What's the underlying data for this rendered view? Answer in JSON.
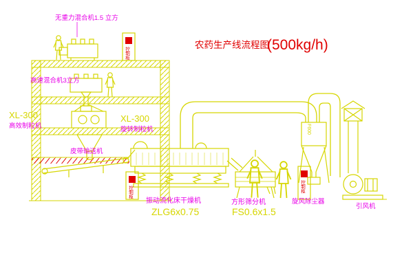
{
  "title": {
    "main": "农药生产线流程图",
    "capacity": "(500kg/h)"
  },
  "labels": {
    "gravity_free_mixer": "无重力混合机1.5 立方",
    "high_speed_mixer": "高速混合机3立方",
    "granulator_left_model": "XL-300",
    "granulator_left_name": "高效制粒机",
    "granulator_right_model": "XL-300",
    "granulator_right_name": "旋转制粒机",
    "belt_conveyor": "皮带输送机",
    "fluid_bed_dryer_name": "振动流化床干燥机",
    "fluid_bed_dryer_model": "ZLG6x0.75",
    "square_sieve_name": "方形筛分机",
    "square_sieve_model": "FS0.6x1.5",
    "cyclone_name": "旋风除尘器",
    "fan_name": "引风机",
    "cyclone_pipe_dia": "F600",
    "control_cabinet": "控制柜"
  },
  "colors": {
    "line_yellow": "#d6d600",
    "label_magenta": "#e800e8",
    "accent_red": "#e00000",
    "background": "#ffffff"
  }
}
